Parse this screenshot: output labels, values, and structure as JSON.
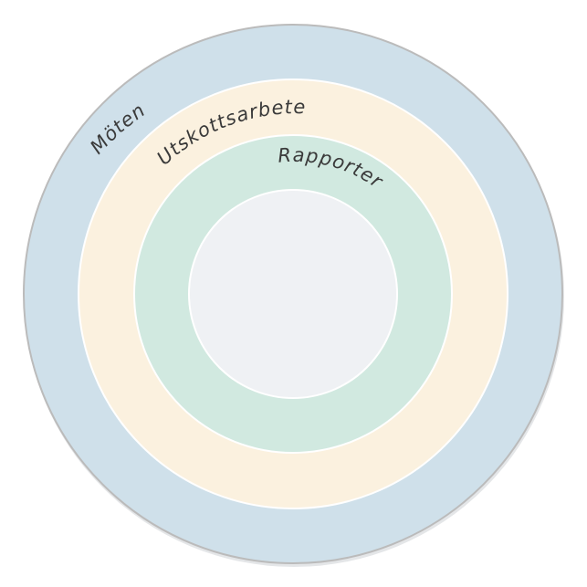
{
  "diagram": {
    "rings": [
      {
        "id": "outer",
        "label": "Möten",
        "color": "#cfe0ea"
      },
      {
        "id": "second",
        "label": "Utskottsarbete",
        "color": "#fbf1df"
      },
      {
        "id": "third",
        "label": "Rapporter",
        "color": "#d1e9e0"
      },
      {
        "id": "center",
        "label": "",
        "color": "#eff1f4"
      }
    ],
    "colors": {
      "outer_border": "#bbbbbb",
      "ring_separator": "#ffffff",
      "label_text": "#3a3a3a"
    }
  }
}
